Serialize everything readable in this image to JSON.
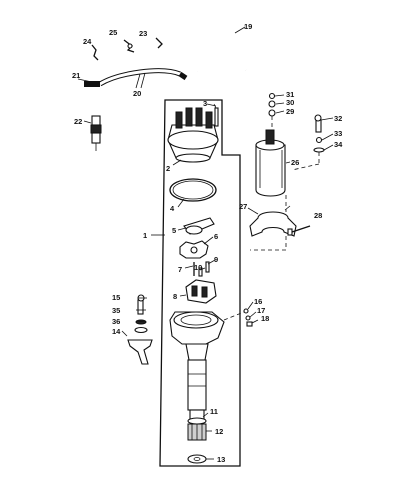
{
  "labels": {
    "n1": "1",
    "n2": "2",
    "n3": "3",
    "n4": "4",
    "n5": "5",
    "n6": "6",
    "n7": "7",
    "n8": "8",
    "n9": "9",
    "n10": "10",
    "n11": "11",
    "n12": "12",
    "n13": "13",
    "n14": "14",
    "n15": "15",
    "n16": "16",
    "n17": "17",
    "n18": "18",
    "n19": "19",
    "n20": "20",
    "n21": "21",
    "n22": "22",
    "n23": "23",
    "n24": "24",
    "n25": "25",
    "n26": "26",
    "n27": "27",
    "n28": "28",
    "n29": "29",
    "n30": "30",
    "n31": "31",
    "n32": "32",
    "n33": "33",
    "n34": "34",
    "n35": "35",
    "n36": "36"
  }
}
